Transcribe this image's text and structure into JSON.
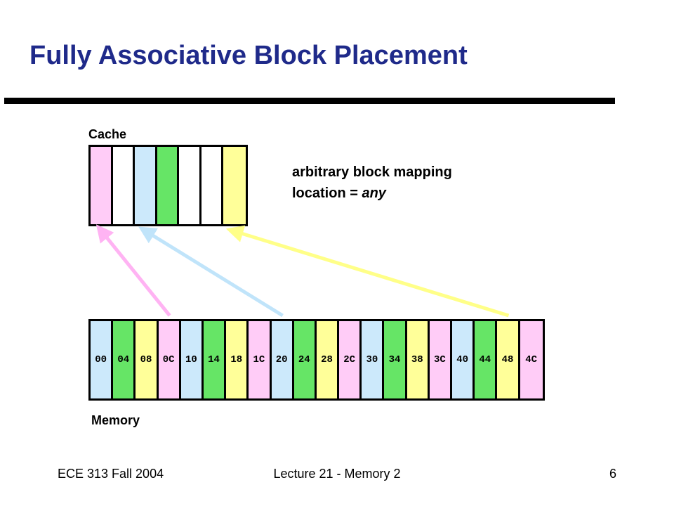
{
  "title": "Fully Associative Block Placement",
  "cache": {
    "label": "Cache",
    "slot_colors": [
      "#ffccf7",
      "#ffffff",
      "#cce9fb",
      "#66e566",
      "#ffffff",
      "#ffffff",
      "#ffff99"
    ]
  },
  "description": {
    "line1": "arbitrary block mapping",
    "line2_prefix": "location = ",
    "line2_italic": "any"
  },
  "memory": {
    "label": "Memory",
    "blocks": [
      {
        "addr": "00",
        "color": "#cce9fb"
      },
      {
        "addr": "04",
        "color": "#66e566"
      },
      {
        "addr": "08",
        "color": "#ffff99"
      },
      {
        "addr": "0C",
        "color": "#ffccf7"
      },
      {
        "addr": "10",
        "color": "#cce9fb"
      },
      {
        "addr": "14",
        "color": "#66e566"
      },
      {
        "addr": "18",
        "color": "#ffff99"
      },
      {
        "addr": "1C",
        "color": "#ffccf7"
      },
      {
        "addr": "20",
        "color": "#cce9fb"
      },
      {
        "addr": "24",
        "color": "#66e566"
      },
      {
        "addr": "28",
        "color": "#ffff99"
      },
      {
        "addr": "2C",
        "color": "#ffccf7"
      },
      {
        "addr": "30",
        "color": "#cce9fb"
      },
      {
        "addr": "34",
        "color": "#66e566"
      },
      {
        "addr": "38",
        "color": "#ffff99"
      },
      {
        "addr": "3C",
        "color": "#ffccf7"
      },
      {
        "addr": "40",
        "color": "#cce9fb"
      },
      {
        "addr": "44",
        "color": "#66e566"
      },
      {
        "addr": "48",
        "color": "#ffff99"
      },
      {
        "addr": "4C",
        "color": "#ffccf7"
      }
    ]
  },
  "arrows": [
    {
      "from_block": "0C",
      "to_slot": 0,
      "color": "#ffb3f3"
    },
    {
      "from_block": "20",
      "to_slot": 2,
      "color": "#c0e4fa"
    },
    {
      "from_block": "48",
      "to_slot": 6,
      "color": "#ffff88"
    }
  ],
  "footer": {
    "left": "ECE 313 Fall 2004",
    "center": "Lecture 21 - Memory 2",
    "right": "6"
  }
}
